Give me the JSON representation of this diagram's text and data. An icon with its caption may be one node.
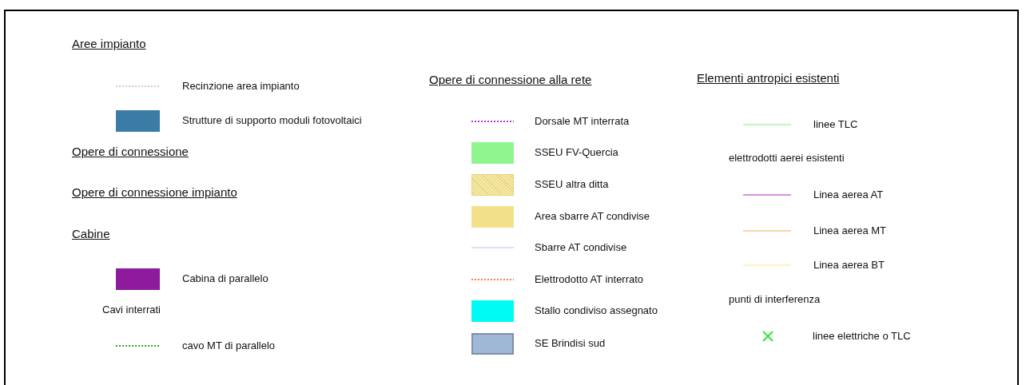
{
  "diagram": {
    "labels": [
      "Aree impianto",
      "Opere di connessione",
      "Opere di connessione impianto",
      "Cabine",
      "Cavi interrati",
      "Opere di connessione alla rete",
      "Elementi antropici esistenti",
      "elettrodotti aerei esistenti",
      "punti di interferenza"
    ],
    "legend": [
      {
        "text": "Recinzione area impianto"
      },
      {
        "text": "Strutture di supporto moduli fotovoltaici",
        "color": "#3a7ca5"
      },
      {
        "text": "Cabina di parallelo",
        "color": "#8e1a9e"
      },
      {
        "text": "cavo MT di parallelo"
      },
      {
        "text": "Dorsale MT interrata"
      },
      {
        "text": "SSEU FV-Quercia",
        "color": "#8ff58f"
      },
      {
        "text": "SSEU altra ditta"
      },
      {
        "text": "Area sbarre AT condivise",
        "color": "#f3e08a"
      },
      {
        "text": "Sbarre AT condivise"
      },
      {
        "text": "Elettrodotto AT interrato"
      },
      {
        "text": "Stallo condiviso assegnato",
        "color": "#00fbf5"
      },
      {
        "text": "SE Brindisi sud",
        "color": "#9fb8d6"
      },
      {
        "text": "linee TLC"
      },
      {
        "text": "Linea aerea AT"
      },
      {
        "text": "Linea aerea MT"
      },
      {
        "text": "Linea aerea BT"
      },
      {
        "text": "linee elettriche o TLC"
      }
    ]
  }
}
